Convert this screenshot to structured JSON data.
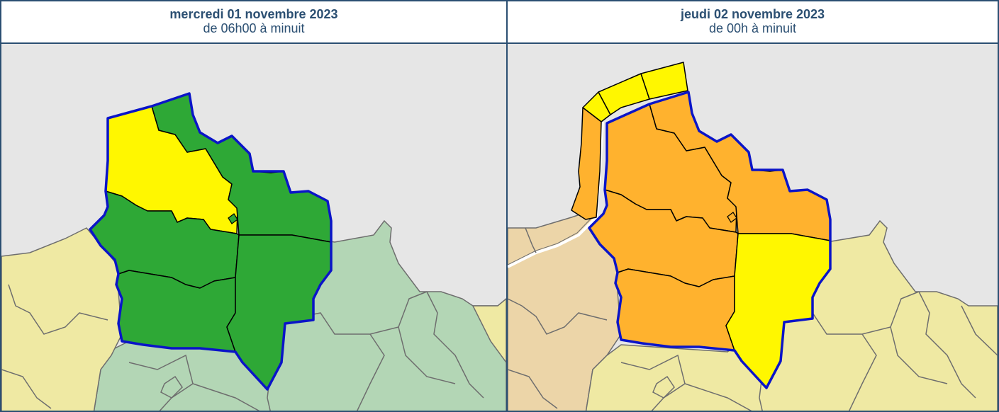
{
  "panels": [
    {
      "date": "mercredi 01 novembre 2023",
      "period": "de 06h00 à minuit"
    },
    {
      "date": "jeudi 02 novembre 2023",
      "period": "de 00h à minuit"
    }
  ],
  "colors": {
    "sea": "#e6e6e6",
    "land_neighbor_green": "#b3d6b5",
    "land_neighbor_yellow": "#efe9a3",
    "land_neighbor_orange": "#ecd5a8",
    "vigilance_green": "#2ea836",
    "vigilance_yellow": "#fff700",
    "vigilance_orange": "#ffb22e",
    "border_blue": "#0a14c8",
    "header_text": "#2b4f72"
  },
  "zones": {
    "day1": [
      {
        "id": "north-west",
        "level": "yellow"
      },
      {
        "id": "north-east",
        "level": "green"
      },
      {
        "id": "west",
        "level": "green"
      },
      {
        "id": "south-west",
        "level": "green"
      },
      {
        "id": "east",
        "level": "green"
      }
    ],
    "day2": [
      {
        "id": "coast-1",
        "level": "yellow"
      },
      {
        "id": "coast-2",
        "level": "yellow"
      },
      {
        "id": "coast-3",
        "level": "yellow"
      },
      {
        "id": "coast-west",
        "level": "orange"
      },
      {
        "id": "north-west",
        "level": "orange"
      },
      {
        "id": "north-east",
        "level": "orange"
      },
      {
        "id": "west",
        "level": "orange"
      },
      {
        "id": "south-west",
        "level": "orange"
      },
      {
        "id": "east",
        "level": "yellow"
      }
    ]
  }
}
